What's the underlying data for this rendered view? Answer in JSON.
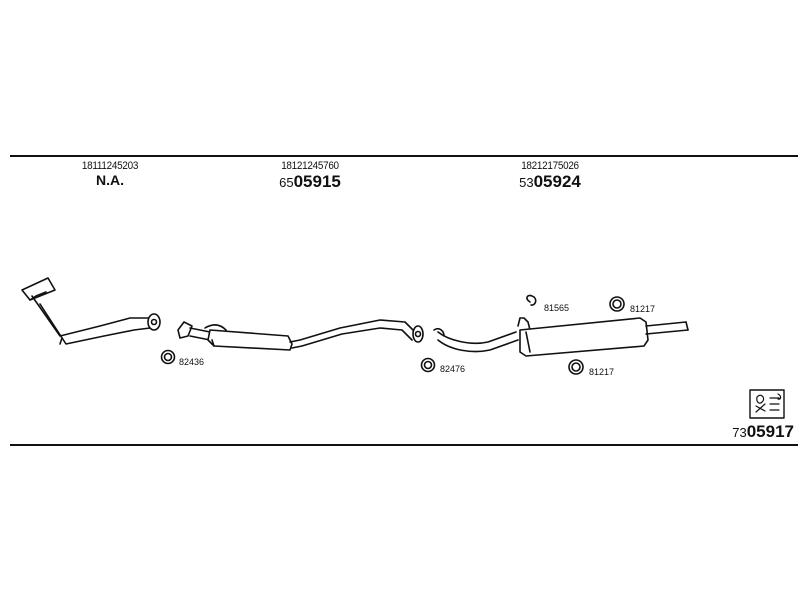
{
  "sections": [
    {
      "oe_number": "18111245203",
      "part_number_text": "N.A."
    },
    {
      "oe_number": "18121245760",
      "part_prefix": "65",
      "part_main": "05915"
    },
    {
      "oe_number": "18212175026",
      "part_prefix": "53",
      "part_main": "05924"
    }
  ],
  "hardware": {
    "h1": "82436",
    "h2": "82476",
    "h3": "81565",
    "h4": "81217",
    "h5": "81217"
  },
  "kit": {
    "prefix": "73",
    "main": "05917"
  },
  "icon_names": [
    "catalog-icon",
    "clamp-ring-icon",
    "gasket-ring-icon",
    "hanger-icon"
  ]
}
